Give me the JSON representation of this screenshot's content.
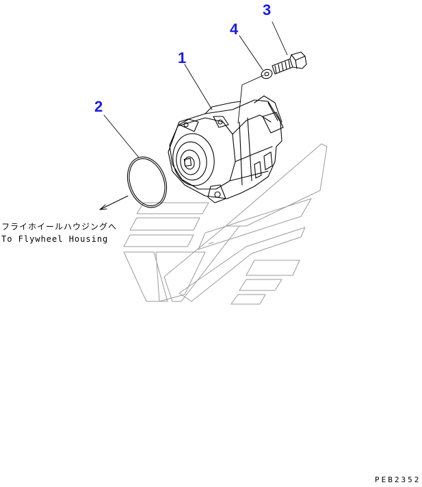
{
  "callouts": [
    {
      "label": "1",
      "part": "pump-assembly"
    },
    {
      "label": "2",
      "part": "o-ring"
    },
    {
      "label": "3",
      "part": "bolt"
    },
    {
      "label": "4",
      "part": "washer"
    }
  ],
  "notes": {
    "jp": "フライホイールハウジングへ",
    "en": "To Flywheel Housing"
  },
  "drawing_code": "PEB2352",
  "colors": {
    "callout": "#1a1ae6",
    "line": "#000000"
  }
}
